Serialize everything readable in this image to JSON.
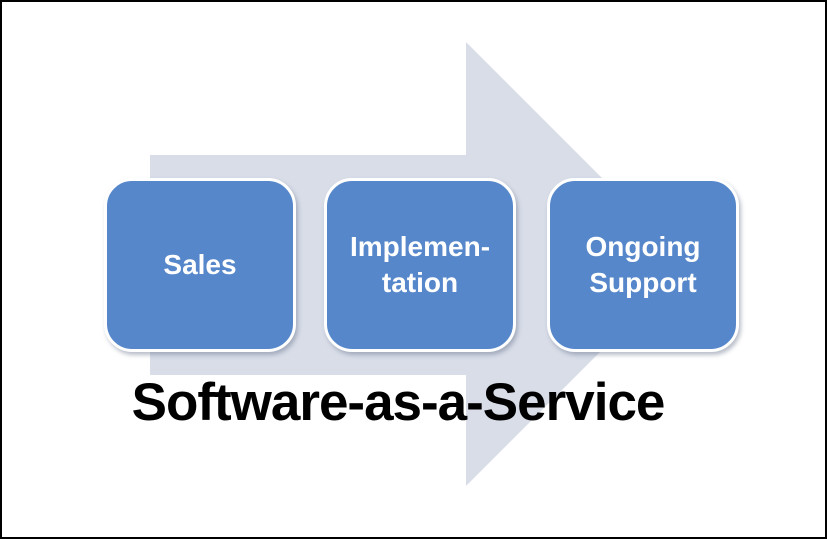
{
  "diagram": {
    "title": "Software-as-a-Service",
    "steps": [
      {
        "name": "sales",
        "lines": [
          "Sales"
        ]
      },
      {
        "name": "implementation",
        "lines": [
          "Implemen-",
          "tation"
        ]
      },
      {
        "name": "ongoing-support",
        "lines": [
          "Ongoing",
          "Support"
        ]
      }
    ]
  },
  "colors": {
    "background": "#FFFFFF",
    "canvas_border": "#000000",
    "arrow_fill": "#D8DDE8",
    "box_fill": "#5687CB",
    "box_border": "#FFFFFF",
    "box_text": "#FFFFFF",
    "title_text": "#000000"
  }
}
